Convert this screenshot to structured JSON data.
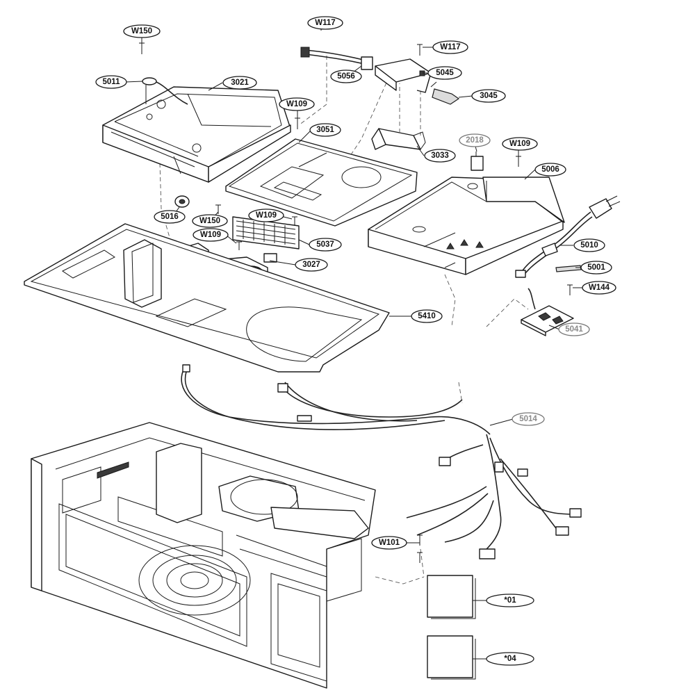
{
  "diagram": {
    "labels": [
      {
        "id": "W150",
        "text": "W150",
        "tone": "normal"
      },
      {
        "id": "5011",
        "text": "5011",
        "tone": "normal"
      },
      {
        "id": "3021",
        "text": "3021",
        "tone": "normal"
      },
      {
        "id": "W117a",
        "text": "W117",
        "tone": "normal"
      },
      {
        "id": "W117b",
        "text": "W117",
        "tone": "normal"
      },
      {
        "id": "5056",
        "text": "5056",
        "tone": "normal"
      },
      {
        "id": "5045",
        "text": "5045",
        "tone": "normal"
      },
      {
        "id": "3045",
        "text": "3045",
        "tone": "normal"
      },
      {
        "id": "W109a",
        "text": "W109",
        "tone": "normal"
      },
      {
        "id": "3051",
        "text": "3051",
        "tone": "normal"
      },
      {
        "id": "3033",
        "text": "3033",
        "tone": "normal"
      },
      {
        "id": "2018",
        "text": "2018",
        "tone": "gray"
      },
      {
        "id": "W109b",
        "text": "W109",
        "tone": "normal"
      },
      {
        "id": "5006",
        "text": "5006",
        "tone": "normal"
      },
      {
        "id": "5016",
        "text": "5016",
        "tone": "normal"
      },
      {
        "id": "W150b",
        "text": "W150",
        "tone": "normal"
      },
      {
        "id": "W109c",
        "text": "W109",
        "tone": "normal"
      },
      {
        "id": "W109d",
        "text": "W109",
        "tone": "normal"
      },
      {
        "id": "5037",
        "text": "5037",
        "tone": "normal"
      },
      {
        "id": "3027",
        "text": "3027",
        "tone": "normal"
      },
      {
        "id": "5010",
        "text": "5010",
        "tone": "normal"
      },
      {
        "id": "5001",
        "text": "5001",
        "tone": "normal"
      },
      {
        "id": "W144",
        "text": "W144",
        "tone": "normal"
      },
      {
        "id": "5410",
        "text": "5410",
        "tone": "normal"
      },
      {
        "id": "5041",
        "text": "5041",
        "tone": "gray"
      },
      {
        "id": "5014",
        "text": "5014",
        "tone": "gray"
      },
      {
        "id": "W101",
        "text": "W101",
        "tone": "normal"
      },
      {
        "id": "01",
        "text": "*01",
        "tone": "normal"
      },
      {
        "id": "04",
        "text": "*04",
        "tone": "normal"
      }
    ]
  }
}
